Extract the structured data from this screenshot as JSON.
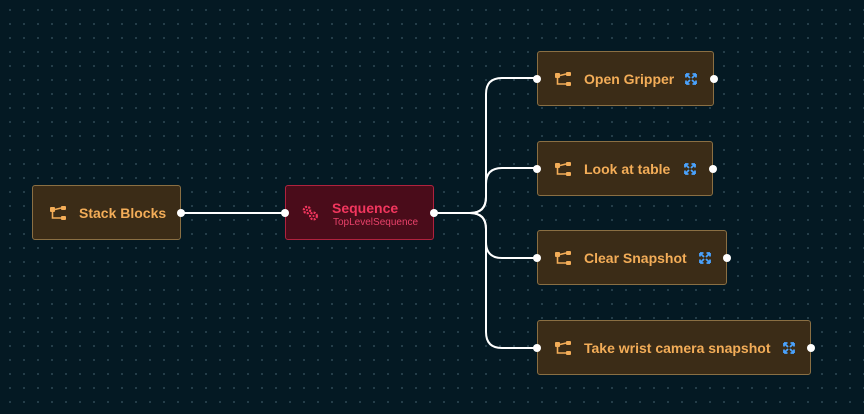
{
  "canvas": {
    "background": "#041923"
  },
  "colors": {
    "subtree_bg": "#3b2c17",
    "subtree_border": "#8a6f43",
    "subtree_text": "#f3ad58",
    "sequence_bg": "#4a0c1a",
    "sequence_border": "#b0223e",
    "sequence_text": "#f2365e",
    "expand_icon": "#4aa3ff",
    "edge": "#ffffff"
  },
  "nodes": {
    "stack_blocks": {
      "label": "Stack Blocks",
      "icon": "subtree-icon"
    },
    "sequence": {
      "label": "Sequence",
      "sublabel": "TopLevelSequence",
      "icon": "gears-icon"
    },
    "open_gripper": {
      "label": "Open Gripper",
      "icon": "subtree-icon",
      "expand_icon": "expand-icon"
    },
    "look_at_table": {
      "label": "Look at table",
      "icon": "subtree-icon",
      "expand_icon": "expand-icon"
    },
    "clear_snapshot": {
      "label": "Clear Snapshot",
      "icon": "subtree-icon",
      "expand_icon": "expand-icon"
    },
    "take_wrist_camera_snapshot": {
      "label": "Take wrist camera snapshot",
      "icon": "subtree-icon",
      "expand_icon": "expand-icon"
    }
  }
}
